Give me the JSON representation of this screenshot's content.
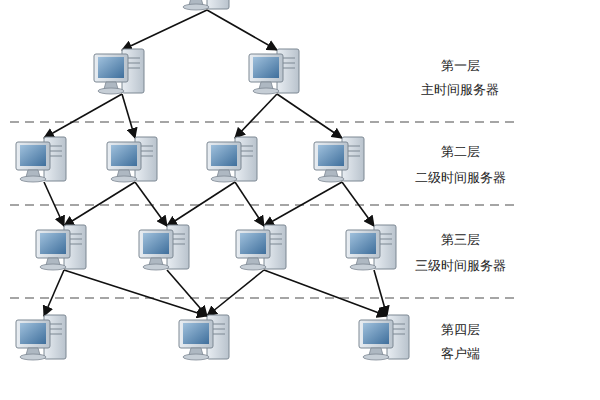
{
  "diagram": {
    "labels": [
      "第一层",
      "主时间服务器",
      "第二层",
      "二级时间服务器",
      "第三层",
      "三级时间服务器",
      "第四层",
      "客户端"
    ]
  }
}
